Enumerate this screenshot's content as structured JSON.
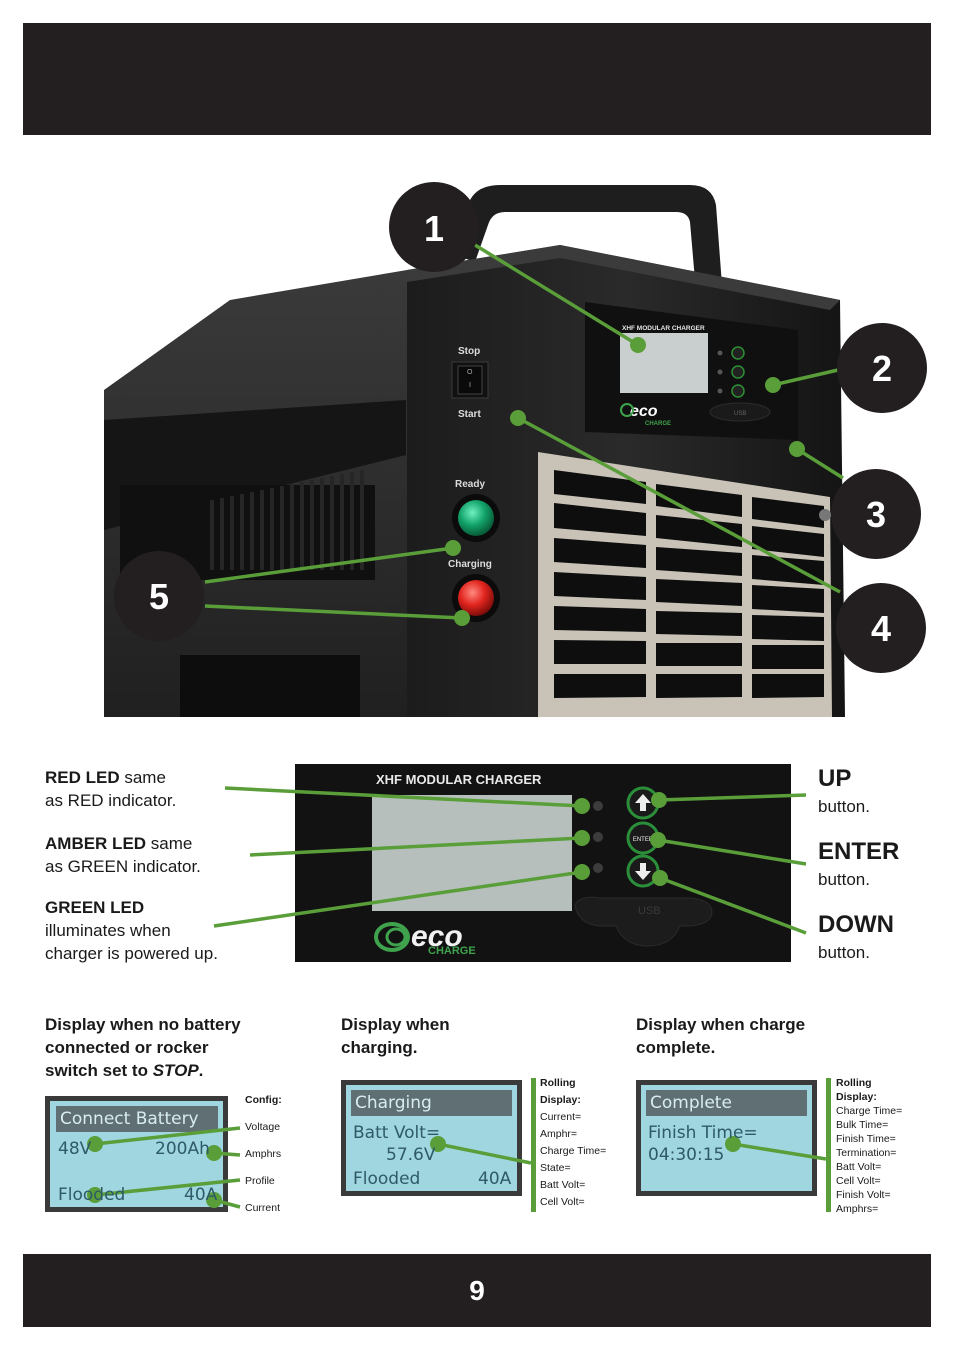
{
  "page": {
    "number": "9"
  },
  "callouts": [
    "1",
    "2",
    "3",
    "4",
    "5"
  ],
  "photo": {
    "switch": {
      "top": "Stop",
      "bottom": "Start",
      "mark_on": "O",
      "mark_off": "I"
    },
    "ready_label": "Ready",
    "charging_label": "Charging",
    "panel_title": "XHF MODULAR CHARGER",
    "logo_main": "eco",
    "logo_sub": "CHARGE",
    "usb_label": "USB"
  },
  "front_panel": {
    "title": "XHF MODULAR CHARGER",
    "enter_key": "ENTER",
    "logo_main": "eco",
    "logo_sub": "CHARGE",
    "usb_label": "USB"
  },
  "led_labels": {
    "red": {
      "name": "RED LED",
      "rest1": " same",
      "rest2": "as RED indicator."
    },
    "amber": {
      "name": "AMBER LED",
      "rest1": " same",
      "rest2": "as GREEN indicator."
    },
    "green": {
      "name": "GREEN LED",
      "rest1": "illuminates when",
      "rest2": "charger is powered up."
    }
  },
  "button_labels": {
    "up": {
      "name": "UP",
      "desc": "button."
    },
    "enter": {
      "name": "ENTER",
      "desc": "button."
    },
    "down": {
      "name": "DOWN",
      "desc": "button."
    }
  },
  "displays": {
    "no_battery": {
      "caption1": "Display when no battery",
      "caption2": "connected or rocker",
      "caption3": "switch set to ",
      "caption_emph": "STOP",
      "caption_end": ".",
      "line1": "Connect Battery",
      "line2_left": "48V",
      "line2_right": "200Ah",
      "line3_left": "Flooded",
      "line3_right": "40A",
      "config_title": "Config:",
      "config": [
        "Voltage",
        "Amphrs",
        "Profile",
        "Current"
      ]
    },
    "charging": {
      "caption1": "Display when",
      "caption2": "charging.",
      "line1": "Charging",
      "line2": "Batt Volt=",
      "line3": "57.6V",
      "line4_left": "Flooded",
      "line4_right": "40A",
      "side_title1": "Rolling",
      "side_title2": "Display:",
      "side_items": [
        "Current=",
        "Amphr=",
        "Charge Time=",
        "State=",
        "Batt Volt=",
        "Cell Volt="
      ]
    },
    "complete": {
      "caption1": "Display when charge",
      "caption2": "complete.",
      "line1": "Complete",
      "line2": "Finish Time=",
      "line3": "04:30:15",
      "side_title1": "Rolling",
      "side_title2": "Display:",
      "side_items": [
        "Charge Time=",
        "Bulk Time=",
        "Finish Time=",
        "Termination=",
        "Batt Volt=",
        "Cell Volt=",
        "Finish Volt=",
        "Amphrs="
      ]
    }
  },
  "colors": {
    "bar": "#231f20",
    "callout": "#231f20",
    "leader": "#5a9e3a",
    "lcd": "#9fd6df",
    "lcd_text": "#2f5a68"
  }
}
